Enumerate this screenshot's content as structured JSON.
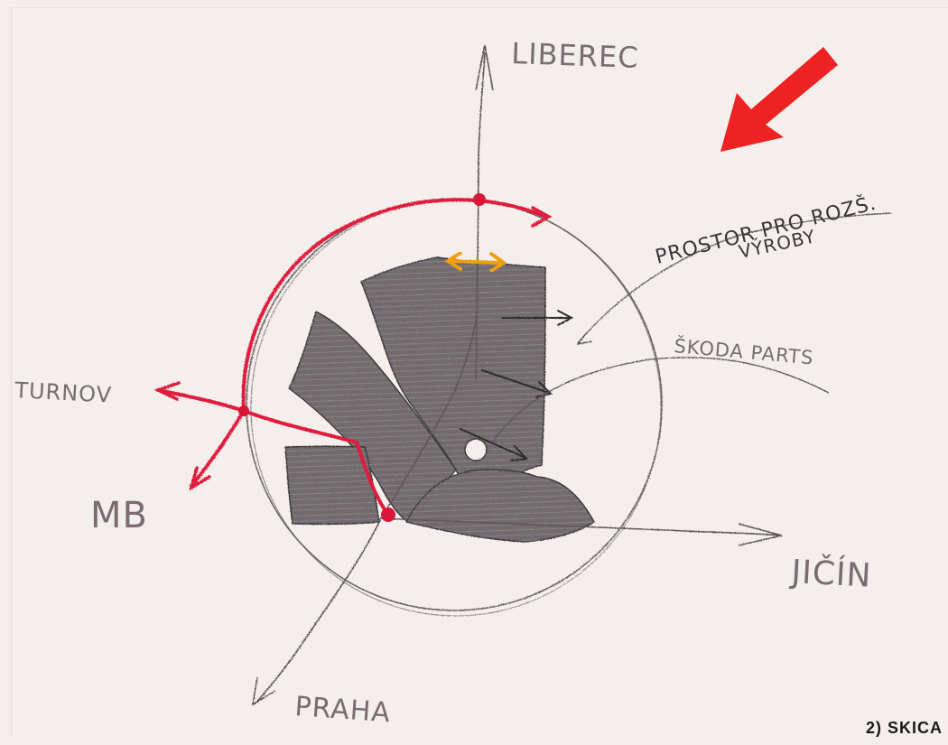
{
  "labels": {
    "north": "LIBEREC",
    "west": "TURNOV",
    "southwest": "MB",
    "east": "JIČÍN",
    "south": "PRAHA",
    "note_line1": "PROSTOR PRO ROZŠ.",
    "note_line2": "VÝROBY",
    "note_line3": "ŠKODA PARTS"
  },
  "caption": "2) SKICA",
  "colors": {
    "paper": "#f4eeec",
    "pencil": "#6d6468",
    "shade": "#6f6a6d",
    "red": "#e01e3c",
    "orange": "#f0a010",
    "arrow_red": "#ee2222"
  }
}
